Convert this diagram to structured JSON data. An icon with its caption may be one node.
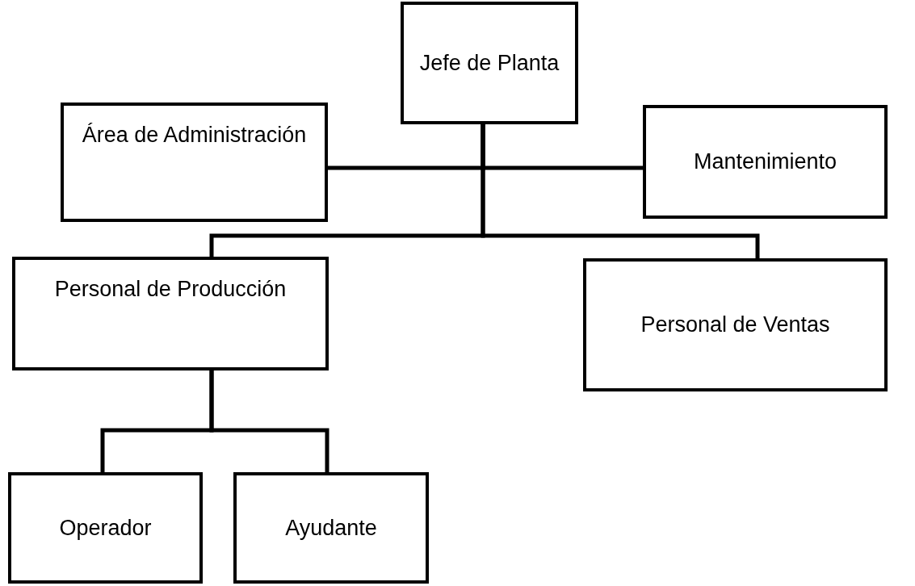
{
  "diagram": {
    "nodes": [
      {
        "text": [
          "Jefe de Planta"
        ]
      },
      {
        "text": [
          "Área de Administración"
        ]
      },
      {
        "text": [
          "Mantenimiento"
        ]
      },
      {
        "text": [
          "Personal de Producción"
        ]
      },
      {
        "text": [
          "Personal de Ventas"
        ]
      },
      {
        "text": [
          "Operador"
        ]
      },
      {
        "text": [
          "Ayudante"
        ]
      }
    ],
    "edges": [
      {
        "from": 0,
        "to": 1,
        "arrow": "none"
      },
      {
        "from": 0,
        "to": 2,
        "arrow": "none"
      },
      {
        "from": 0,
        "to": 3,
        "arrow": "none"
      },
      {
        "from": 0,
        "to": 4,
        "arrow": "none"
      },
      {
        "from": 3,
        "to": 5,
        "arrow": "none"
      },
      {
        "from": 3,
        "to": 6,
        "arrow": "none"
      }
    ]
  }
}
